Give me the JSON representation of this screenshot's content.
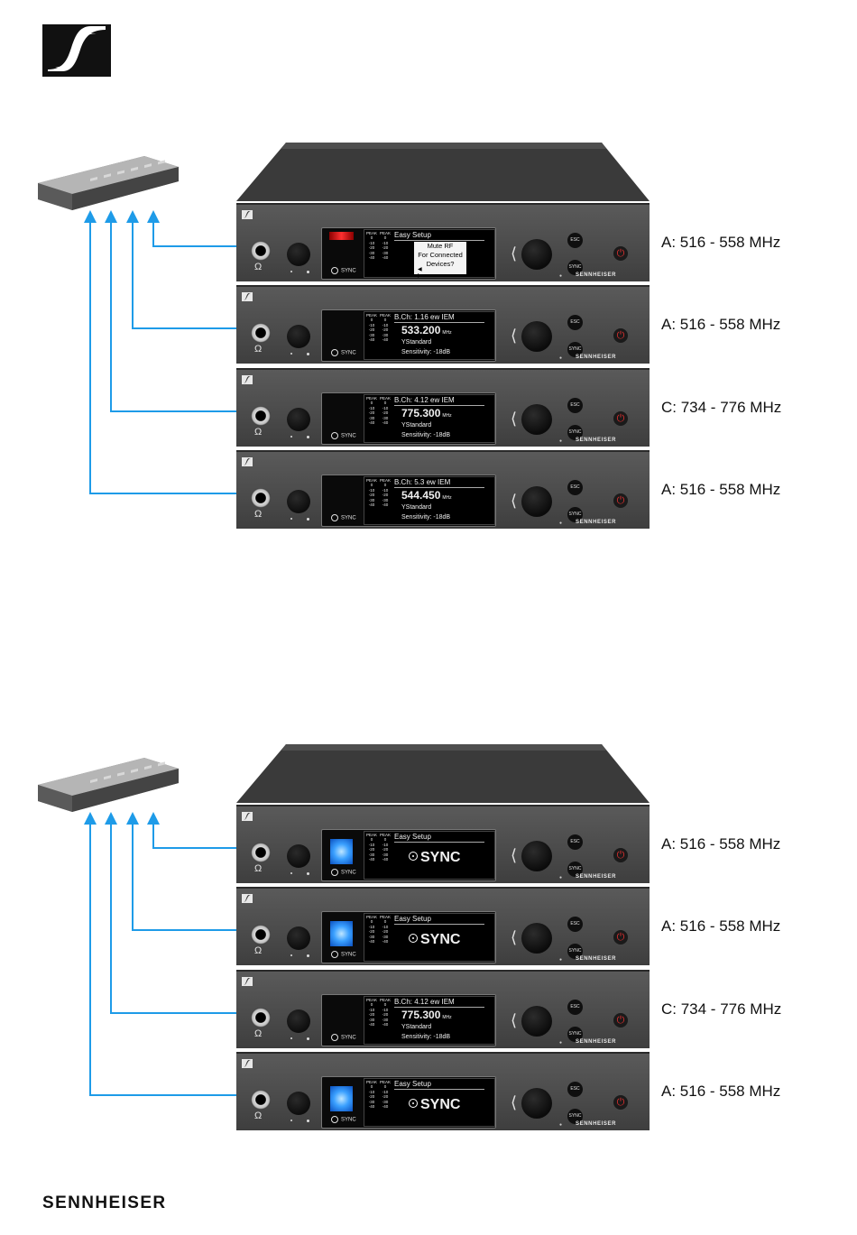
{
  "logo": {
    "name": "sennheiser-logo"
  },
  "units_top": [
    {
      "band": "A: 516 - 558 MHz",
      "mode": "popup",
      "led": "red",
      "header": "Easy Setup",
      "popup": [
        "Mute RF",
        "For Connected",
        "Devices?"
      ],
      "arrows": "◀ ▶"
    },
    {
      "band": "A: 516 - 558 MHz",
      "mode": "channel",
      "led": "none",
      "header": "B.Ch: 1.16      ew IEM",
      "freq": "533.200",
      "unit": "MHz",
      "line3": "Standard",
      "line4": "Sensitivity: -18dB"
    },
    {
      "band": "C: 734 - 776 MHz",
      "mode": "channel",
      "led": "none",
      "header": "B.Ch: 4.12      ew IEM",
      "freq": "775.300",
      "unit": "MHz",
      "line3": "Standard",
      "line4": "Sensitivity: -18dB"
    },
    {
      "band": "A: 516 - 558 MHz",
      "mode": "channel",
      "led": "none",
      "header": "B.Ch: 5.3        ew IEM",
      "freq": "544.450",
      "unit": "MHz",
      "line3": "Standard",
      "line4": "Sensitivity: -18dB"
    }
  ],
  "units_bottom": [
    {
      "band": "A: 516 - 558 MHz",
      "mode": "sync",
      "led": "blue",
      "header": "Easy Setup",
      "sync": "SYNC"
    },
    {
      "band": "A: 516 - 558 MHz",
      "mode": "sync",
      "led": "blue",
      "header": "Easy Setup",
      "sync": "SYNC"
    },
    {
      "band": "C: 734 - 776 MHz",
      "mode": "channel",
      "led": "none",
      "header": "B.Ch: 4.12      ew IEM",
      "freq": "775.300",
      "unit": "MHz",
      "line3": "Standard",
      "line4": "Sensitivity: -18dB"
    },
    {
      "band": "A: 516 - 558 MHz",
      "mode": "sync",
      "led": "blue",
      "header": "Easy Setup",
      "sync": "SYNC"
    }
  ],
  "device": {
    "sync_label": "SYNC",
    "esc_label": "ESC",
    "btn_sync_label": "SYNC",
    "nameplate": "SENNHEISER",
    "meter_head": [
      "PEAK",
      "PEAK"
    ],
    "meter_rows": [
      "0",
      "-10",
      "-20",
      "-30",
      "-40"
    ]
  },
  "footer": {
    "wordmark": "SENNHEISER"
  },
  "colors": {
    "arrow": "#1e9be8",
    "chassis": "#4a4a4a",
    "led_red": "#ff3030",
    "led_blue": "#3aa0ff"
  }
}
